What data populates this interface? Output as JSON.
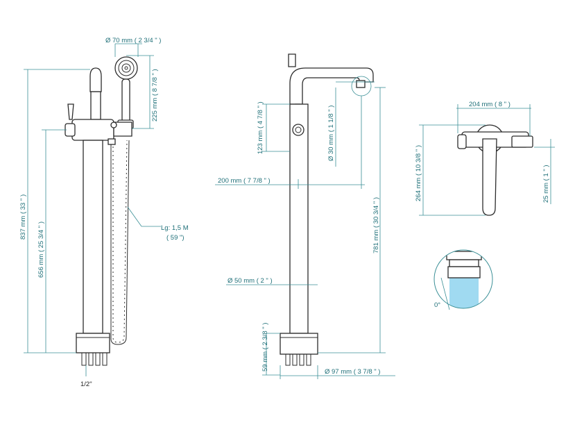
{
  "dimensions": {
    "head_diameter": "Ø  70 mm ( 2 3/4 \" )",
    "shower_height": "225 mm ( 8 7/8 \" )",
    "total_height": "837 mm ( 33 \" )",
    "body_height": "656 mm ( 25 3/4 \" )",
    "hose_length_line1": "Lg: 1,5 M",
    "hose_length_line2": "( 59 \")",
    "thread": "1/2\"",
    "spout_drop": "123 mm ( 4 7/8 \" )",
    "spout_outlet": "Ø  30 mm ( 1 1/8 \" )",
    "spout_reach": "200 mm ( 7 7/8 \" )",
    "spout_height": "781 mm ( 30 3/4 \" )",
    "column_diameter": "Ø  50 mm ( 2 \" )",
    "base_height": "59 mm ( 2 3/8 \" )",
    "base_diameter": "Ø  97 mm ( 3 7/8 \" )",
    "top_width": "204 mm ( 8 \" )",
    "handle_height": "264 mm ( 10 3/8 \" )",
    "side_offset": "25 mm ( 1 \" )",
    "angle": "0°"
  },
  "colors": {
    "dimension": "#1e6f78",
    "outline": "#2b2b2b",
    "water": "#8fd3ee"
  }
}
